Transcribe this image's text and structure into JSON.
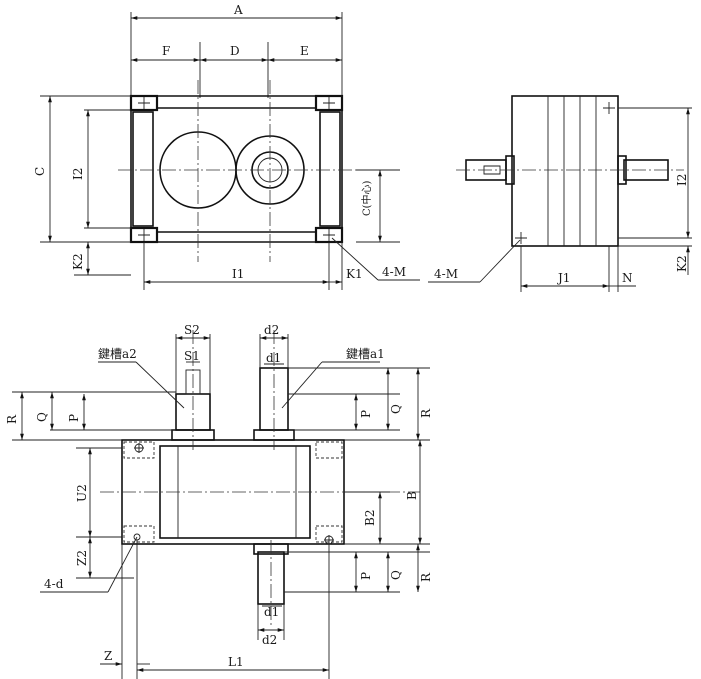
{
  "labels": {
    "A": "A",
    "F": "F",
    "D": "D",
    "E": "E",
    "C": "C",
    "I2_left": "I2",
    "K2_left": "K2",
    "I1_top": "I1",
    "K1": "K1",
    "four_m_left": "4-M",
    "four_m_right": "4-M",
    "center_dim": "C(中心)",
    "I2_right": "I2",
    "K2_right": "K2",
    "J1": "J1",
    "N": "N",
    "S2": "S2",
    "S1": "S1",
    "d2_top": "d2",
    "d1_top": "d1",
    "keyway_a2": "鍵槽a2",
    "keyway_a1": "鍵槽a1",
    "R_left": "R",
    "Q_left": "Q",
    "P_left": "P",
    "P_right": "P",
    "Q_right": "Q",
    "R_right": "R",
    "U2": "U2",
    "B": "B",
    "B2": "B2",
    "Z2": "Z2",
    "four_d": "4-d",
    "P_bottom": "P",
    "Q_bottom": "Q",
    "R_bottom": "R",
    "d1_bottom": "d1",
    "d2_bottom": "d2",
    "Z": "Z",
    "L1": "L1"
  }
}
